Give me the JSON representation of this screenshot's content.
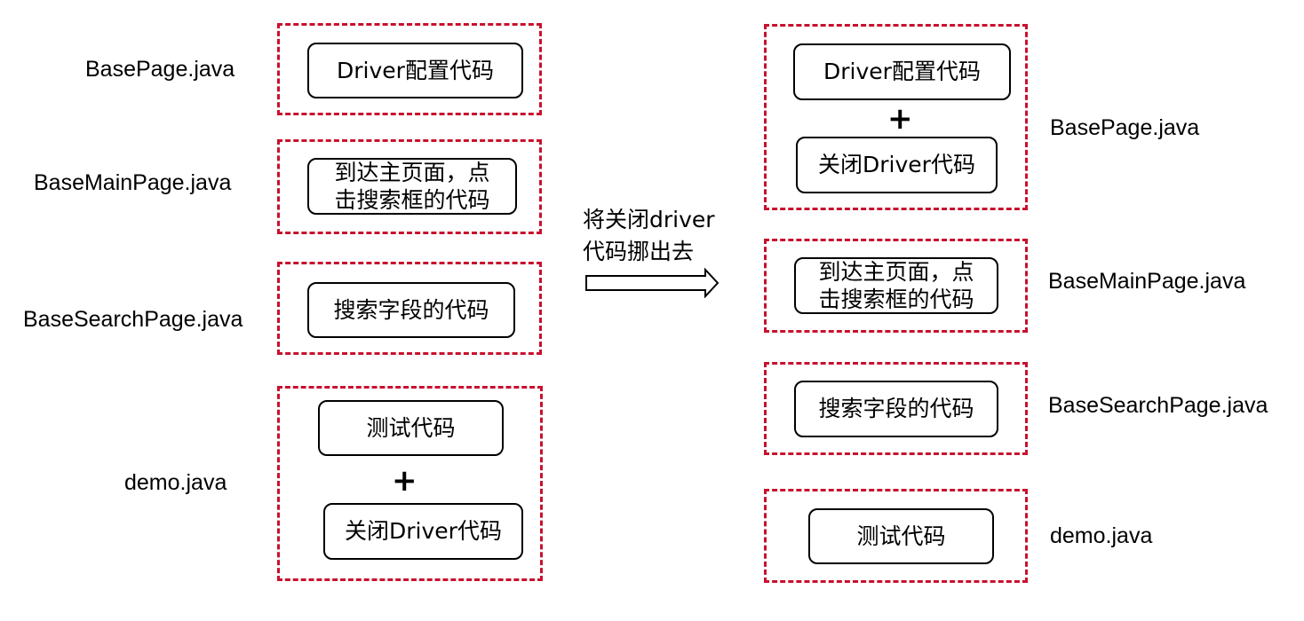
{
  "left": {
    "labels": {
      "basepage": "BasePage.java",
      "basemain": "BaseMainPage.java",
      "basesearch": "BaseSearchPage.java",
      "demo": "demo.java"
    },
    "basepage_box": "Driver配置代码",
    "basemain_box": [
      "到达主页面，点",
      "击搜索框的代码"
    ],
    "basesearch_box": "搜索字段的代码",
    "demo_test_box": "测试代码",
    "demo_plus": "+",
    "demo_close_box": "关闭Driver代码"
  },
  "arrow_note": [
    "将关闭driver",
    "代码挪出去"
  ],
  "right": {
    "labels": {
      "basepage": "BasePage.java",
      "basemain": "BaseMainPage.java",
      "basesearch": "BaseSearchPage.java",
      "demo": "demo.java"
    },
    "basepage_box": "Driver配置代码",
    "basepage_plus": "+",
    "basepage_close_box": "关闭Driver代码",
    "basemain_box": [
      "到达主页面，点",
      "击搜索框的代码"
    ],
    "basesearch_box": "搜索字段的代码",
    "demo_test_box": "测试代码"
  },
  "colors": {
    "dashed_border": "#c8102e",
    "box_border": "#000000"
  }
}
